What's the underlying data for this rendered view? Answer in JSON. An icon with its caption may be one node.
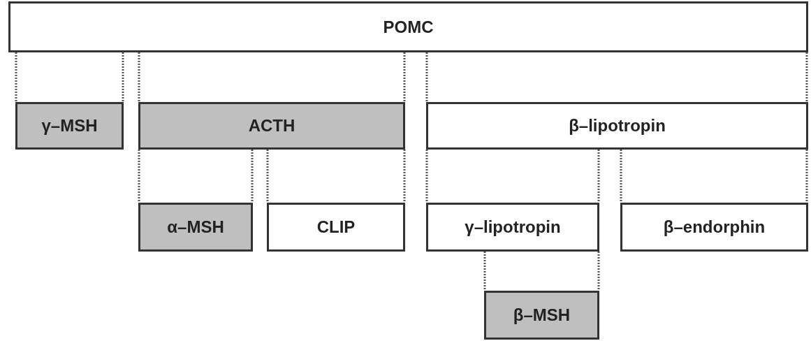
{
  "diagram": {
    "nodes": [
      {
        "text": [
          "POMC"
        ]
      },
      {
        "text": [
          "γ–MSH"
        ]
      },
      {
        "text": [
          "ACTH"
        ]
      },
      {
        "text": [
          "β–lipotropin"
        ]
      },
      {
        "text": [
          "α–MSH"
        ]
      },
      {
        "text": [
          "CLIP"
        ]
      },
      {
        "text": [
          "γ–lipotropin"
        ]
      },
      {
        "text": [
          "β–endorphin"
        ]
      },
      {
        "text": [
          "β–MSH"
        ]
      }
    ],
    "edges": [
      {
        "from": 0,
        "to": 1,
        "arrow": "none",
        "style": "dashed"
      },
      {
        "from": 0,
        "to": 1,
        "arrow": "none",
        "style": "dashed"
      },
      {
        "from": 0,
        "to": 2,
        "arrow": "none",
        "style": "dashed"
      },
      {
        "from": 0,
        "to": 2,
        "arrow": "none",
        "style": "dashed"
      },
      {
        "from": 0,
        "to": 3,
        "arrow": "none",
        "style": "dashed"
      },
      {
        "from": 0,
        "to": 3,
        "arrow": "none",
        "style": "dashed"
      },
      {
        "from": 2,
        "to": 4,
        "arrow": "none",
        "style": "dashed"
      },
      {
        "from": 2,
        "to": 4,
        "arrow": "none",
        "style": "dashed"
      },
      {
        "from": 2,
        "to": 5,
        "arrow": "none",
        "style": "dashed"
      },
      {
        "from": 2,
        "to": 5,
        "arrow": "none",
        "style": "dashed"
      },
      {
        "from": 3,
        "to": 6,
        "arrow": "none",
        "style": "dashed"
      },
      {
        "from": 3,
        "to": 6,
        "arrow": "none",
        "style": "dashed"
      },
      {
        "from": 3,
        "to": 7,
        "arrow": "none",
        "style": "dashed"
      },
      {
        "from": 3,
        "to": 7,
        "arrow": "none",
        "style": "dashed"
      },
      {
        "from": 6,
        "to": 8,
        "arrow": "none",
        "style": "dashed"
      },
      {
        "from": 6,
        "to": 8,
        "arrow": "none",
        "style": "dashed"
      }
    ]
  }
}
